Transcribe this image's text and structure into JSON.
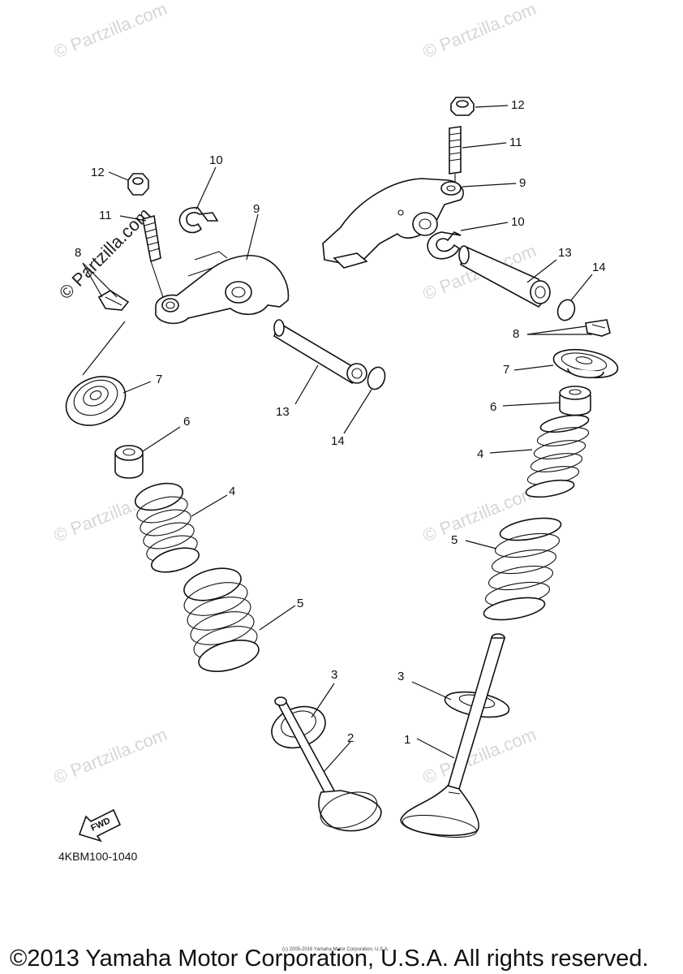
{
  "watermark": {
    "text": "© Partzilla.com",
    "overlay_text": "© Partzilla.com"
  },
  "labels": {
    "l1": "1",
    "l2": "2",
    "l3a": "3",
    "l3b": "3",
    "l4a": "4",
    "l4b": "4",
    "l5a": "5",
    "l5b": "5",
    "l6a": "6",
    "l6b": "6",
    "l7a": "7",
    "l7b": "7",
    "l8a": "8",
    "l8b": "8",
    "l9a": "9",
    "l9b": "9",
    "l10a": "10",
    "l10b": "10",
    "l11a": "11",
    "l11b": "11",
    "l12a": "12",
    "l12b": "12",
    "l13a": "13",
    "l13b": "13",
    "l14a": "14",
    "l14b": "14"
  },
  "fwd_label": "FWD",
  "diagram_code": "4KBM100-1040",
  "copyright_small": "(c) 2005-2016 Yamaha Motor Corporation, U.S.A.",
  "copyright": "©2013 Yamaha Motor Corporation, U.S.A. All rights reserved."
}
